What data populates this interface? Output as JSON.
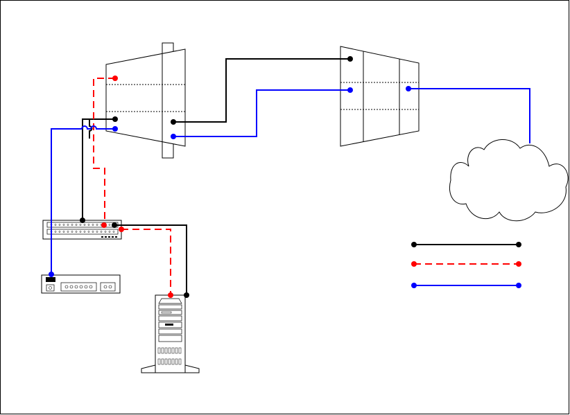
{
  "diagram": {
    "colors": {
      "border": "#000000",
      "black_line": "#000000",
      "red_line": "#ff0000",
      "blue_line": "#0000ff"
    },
    "nodes": [
      {
        "id": "patch-panel-left",
        "kind": "patch panel (trapezoid)"
      },
      {
        "id": "patch-panel-right",
        "kind": "patch panel (trapezoid)"
      },
      {
        "id": "cloud",
        "kind": "network cloud"
      },
      {
        "id": "hub",
        "kind": "network hub"
      },
      {
        "id": "modem",
        "kind": "modem"
      },
      {
        "id": "server-tower",
        "kind": "tower server"
      }
    ],
    "links": [
      {
        "name": "black-link-1",
        "style": "solid",
        "color": "black"
      },
      {
        "name": "black-link-2",
        "style": "solid",
        "color": "black"
      },
      {
        "name": "red-link-1",
        "style": "dashed",
        "color": "red"
      },
      {
        "name": "blue-link-1",
        "style": "solid",
        "color": "blue"
      },
      {
        "name": "blue-link-2",
        "style": "solid",
        "color": "blue"
      }
    ],
    "legend": {
      "entries": [
        {
          "style": "solid",
          "color": "#000000"
        },
        {
          "style": "dashed",
          "color": "#ff0000"
        },
        {
          "style": "solid",
          "color": "#0000ff"
        }
      ]
    }
  }
}
